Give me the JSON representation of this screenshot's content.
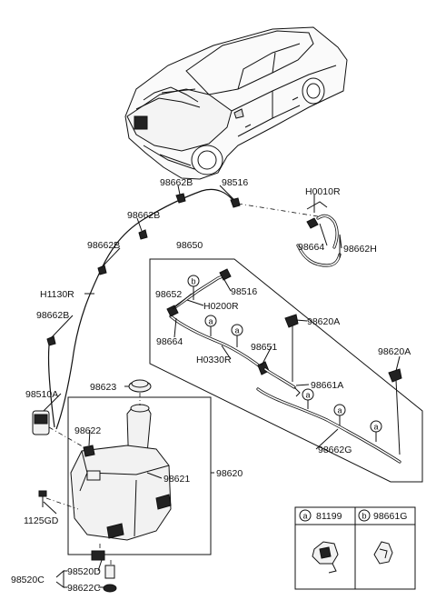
{
  "labels": {
    "p98662B_1": "98662B",
    "p98516_top": "98516",
    "p98662B_2": "98662B",
    "pH0010R": "H0010R",
    "p98650": "98650",
    "p98662B_3": "98662B",
    "p98664_right": "98664",
    "p98662H": "98662H",
    "pH1130R": "H1130R",
    "p98652": "98652",
    "p98516_mid": "98516",
    "pH0200R": "H0200R",
    "p98662B_4": "98662B",
    "p98620A_1": "98620A",
    "p98664_left": "98664",
    "p98651": "98651",
    "pH0330R": "H0330R",
    "p98620A_2": "98620A",
    "p98510A": "98510A",
    "p98623": "98623",
    "p98661A": "98661A",
    "p98622": "98622",
    "p98662G": "98662G",
    "p98621": "98621",
    "p98620": "98620",
    "p1125GD": "1125GD",
    "p98520D": "98520D",
    "p98520C": "98520C",
    "p98622C": "98622C"
  },
  "callouts": {
    "a": "a",
    "b": "b"
  },
  "legend": {
    "a_letter": "a",
    "a_part": "81199",
    "b_letter": "b",
    "b_part": "98661G"
  }
}
